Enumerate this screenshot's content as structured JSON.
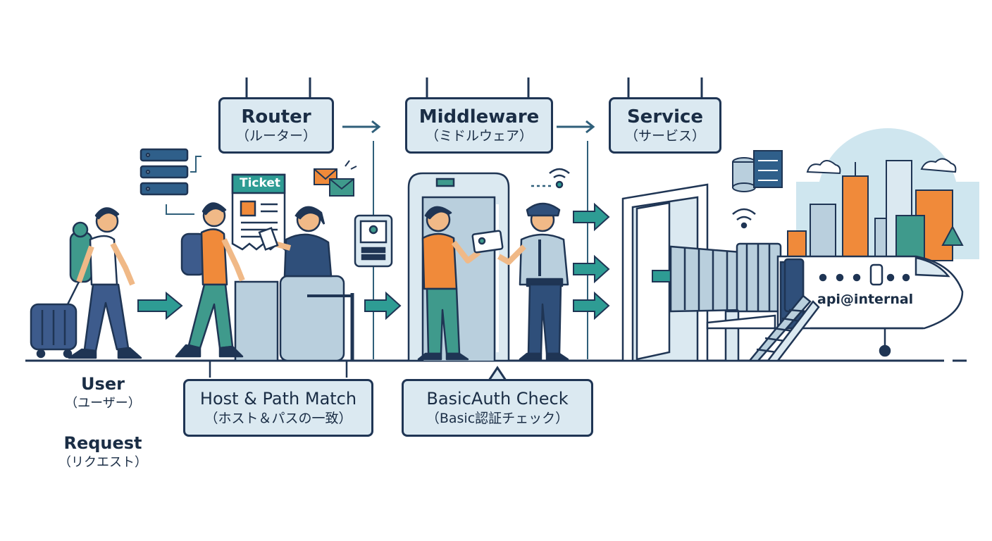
{
  "stages": {
    "router": {
      "title": "Router",
      "subtitle": "（ルーター）"
    },
    "middleware": {
      "title": "Middleware",
      "subtitle": "（ミドルウェア）"
    },
    "service": {
      "title": "Service",
      "subtitle": "（サービス）"
    }
  },
  "callouts": {
    "host_path": {
      "title": "Host & Path Match",
      "subtitle": "（ホスト＆パスの一致）"
    },
    "basic_auth": {
      "title": "BasicAuth Check",
      "subtitle": "（Basic認証チェック）"
    }
  },
  "user_request": {
    "user": "User",
    "user_jp": "（ユーザー）",
    "request": "Request",
    "request_jp": "（リクエスト）"
  },
  "ticket_label": "Ticket",
  "plane_label": "api@internal",
  "colors": {
    "outline": "#1f3554",
    "sign_fill": "#dbe9f1",
    "arrow_teal": "#2e9c94",
    "accent_orange": "#f08a3a",
    "sky_blue": "#cfe6ef"
  }
}
